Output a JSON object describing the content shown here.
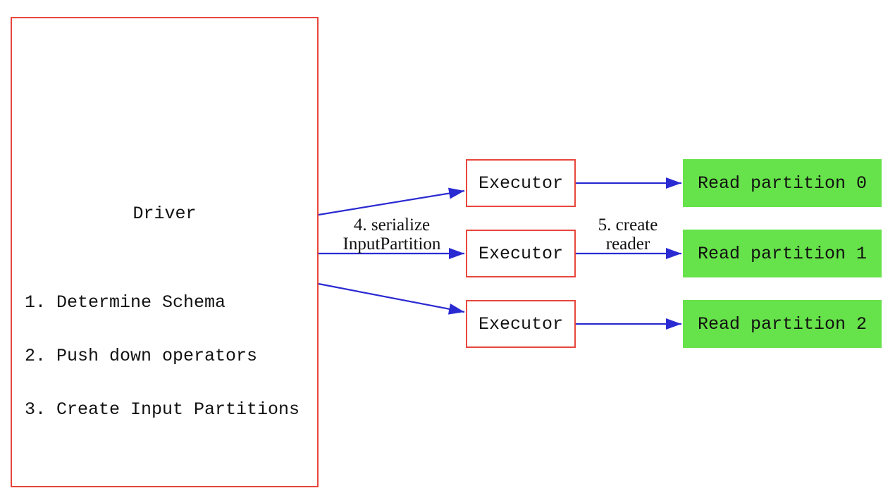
{
  "driver": {
    "title": "Driver",
    "steps": [
      "1. Determine Schema",
      "2. Push down operators",
      "3. Create Input Partitions"
    ]
  },
  "executors": [
    {
      "label": "Executor"
    },
    {
      "label": "Executor"
    },
    {
      "label": "Executor"
    }
  ],
  "partitions": [
    {
      "label": "Read partition 0"
    },
    {
      "label": "Read partition 1"
    },
    {
      "label": "Read partition 2"
    }
  ],
  "edge_labels": {
    "serialize": {
      "line1": "4. serialize",
      "line2": "InputPartition"
    },
    "create_reader": {
      "line1": "5. create",
      "line2": "reader"
    }
  },
  "colors": {
    "box_border": "#e8463c",
    "arrow": "#2a2ad2",
    "partition_fill": "#66e24a",
    "text": "#111111"
  }
}
